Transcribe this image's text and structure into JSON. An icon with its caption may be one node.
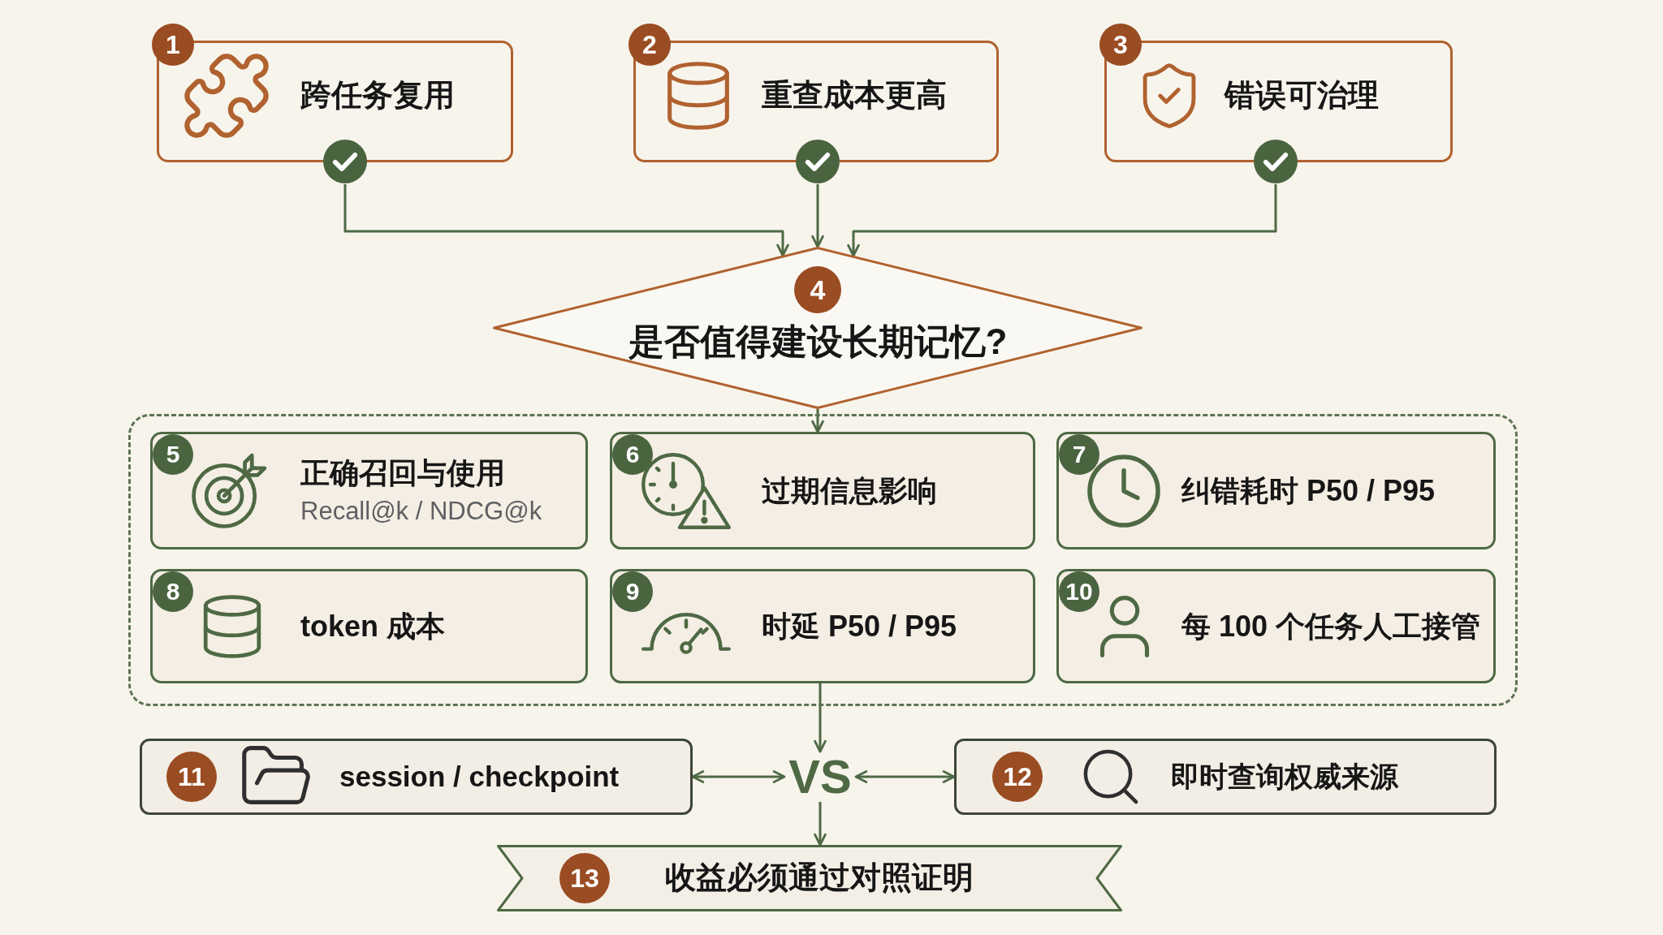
{
  "diagram": {
    "nodes": [
      {
        "text": [
          "1",
          "跨任务复用"
        ]
      },
      {
        "text": [
          "2",
          "重查成本更高"
        ]
      },
      {
        "text": [
          "3",
          "错误可治理"
        ]
      },
      {
        "text": [
          "4",
          "是否值得建设长期记忆?"
        ]
      },
      {
        "text": [],
        "shape": "box"
      },
      {
        "text": [
          "5",
          "正确召回与使用",
          "Recall@k / NDCG@k"
        ],
        "in": 4
      },
      {
        "text": [
          "6",
          "过期信息影响"
        ],
        "in": 4
      },
      {
        "text": [
          "7",
          "纠错耗时 P50 / P95"
        ],
        "in": 4
      },
      {
        "text": [
          "8",
          "token 成本"
        ],
        "in": 4
      },
      {
        "text": [
          "9",
          "时延 P50 / P95"
        ],
        "in": 4
      },
      {
        "text": [
          "10",
          "每 100 个任务人工接管"
        ],
        "in": 4
      },
      {
        "text": [
          "11",
          "session / checkpoint"
        ]
      },
      {
        "text": [
          "VS"
        ]
      },
      {
        "text": [
          "12",
          "即时查询权威来源"
        ]
      },
      {
        "text": [
          "13",
          "收益必须通过对照证明"
        ]
      }
    ],
    "edges": [
      {
        "from": 0,
        "to": 3,
        "arrow": "to"
      },
      {
        "from": 1,
        "to": 3,
        "arrow": "to"
      },
      {
        "from": 2,
        "to": 3,
        "arrow": "to"
      },
      {
        "from": 3,
        "to": 6,
        "arrow": "to"
      },
      {
        "from": 9,
        "to": 12,
        "arrow": "to"
      },
      {
        "from": 11,
        "to": 12,
        "arrow": "both"
      },
      {
        "from": 12,
        "to": 13,
        "arrow": "both"
      },
      {
        "from": 12,
        "to": 14,
        "arrow": "to"
      }
    ]
  }
}
